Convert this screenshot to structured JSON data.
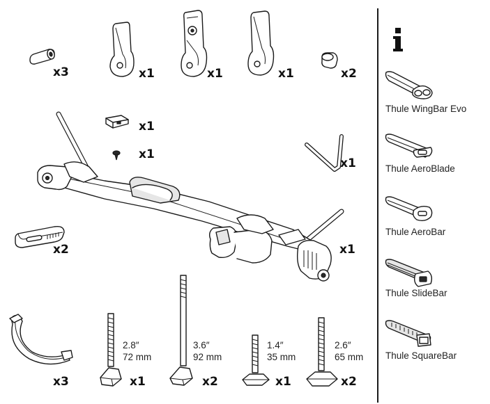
{
  "parts": [
    {
      "name": "small-cylinder",
      "quantity": "x3"
    },
    {
      "name": "jaw-left",
      "quantity": "x1"
    },
    {
      "name": "jaw-center",
      "quantity": "x1"
    },
    {
      "name": "jaw-right",
      "quantity": "x1"
    },
    {
      "name": "end-cap",
      "quantity": "x2"
    },
    {
      "name": "t-slot-adapter",
      "quantity": "x1"
    },
    {
      "name": "screw",
      "quantity": "x1"
    },
    {
      "name": "allen-key",
      "quantity": "x1"
    },
    {
      "name": "rubber-pad",
      "quantity": "x2"
    },
    {
      "name": "bike-carrier",
      "quantity": "x1"
    },
    {
      "name": "strap",
      "quantity": "x3"
    }
  ],
  "bolts": [
    {
      "imperial": "2.8″",
      "metric": "72 mm",
      "quantity": "x1"
    },
    {
      "imperial": "3.6″",
      "metric": "92 mm",
      "quantity": "x2"
    },
    {
      "imperial": "1.4″",
      "metric": "35 mm",
      "quantity": "x1"
    },
    {
      "imperial": "2.6″",
      "metric": "65 mm",
      "quantity": "x2"
    }
  ],
  "info_icon": "info-icon",
  "roof_bars": [
    {
      "label": "Thule WingBar Evo"
    },
    {
      "label": "Thule AeroBlade"
    },
    {
      "label": "Thule AeroBar"
    },
    {
      "label": "Thule SlideBar"
    },
    {
      "label": "Thule SquareBar"
    }
  ]
}
